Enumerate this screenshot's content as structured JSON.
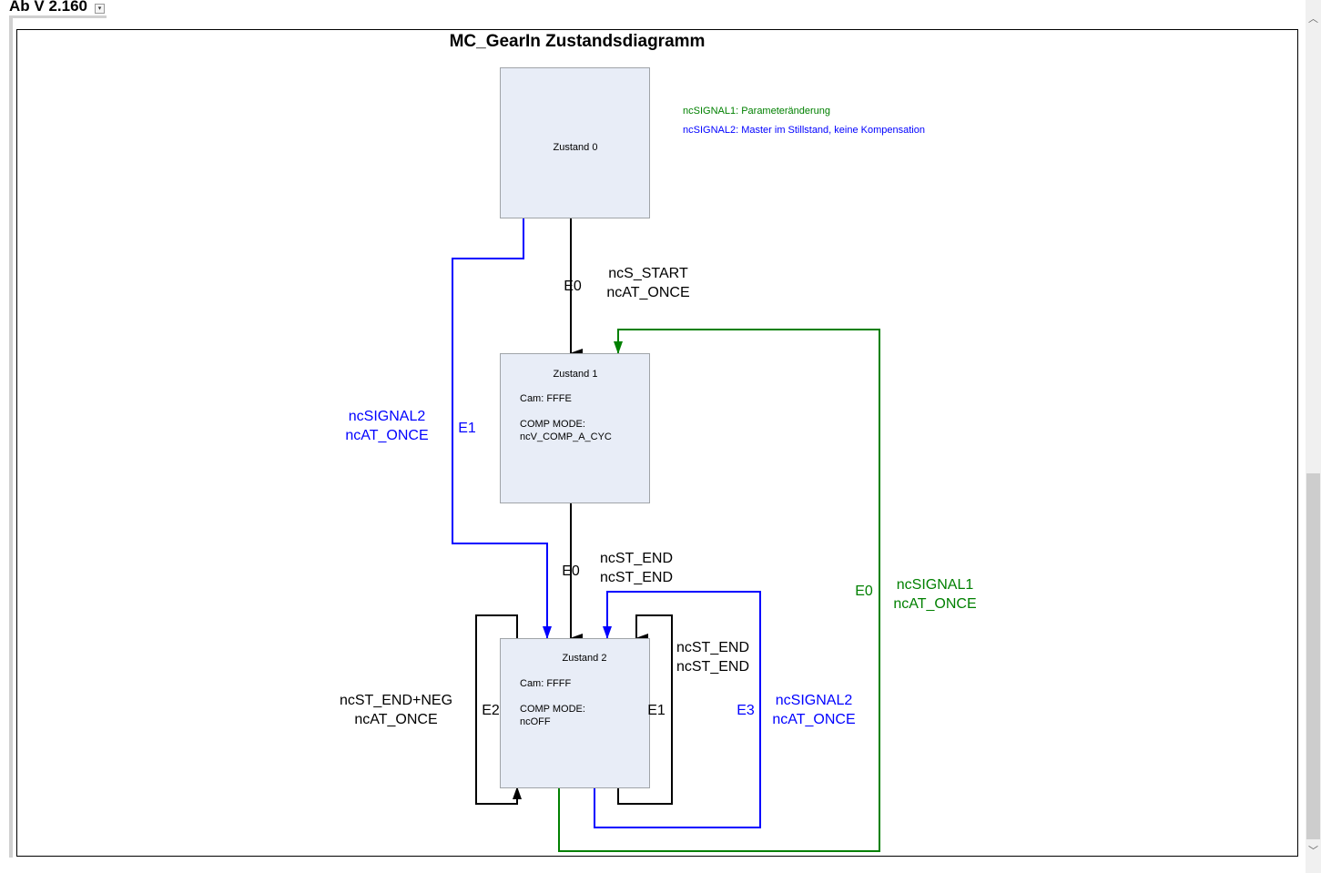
{
  "header": {
    "version": "Ab V 2.160",
    "dropdown_icon": "dropdown-arrow-icon"
  },
  "diagram": {
    "title": "MC_GearIn Zustandsdiagramm",
    "legend": {
      "signal1": "ncSIGNAL1: Parameteränderung",
      "signal2": "ncSIGNAL2: Master im Stillstand, keine Kompensation"
    },
    "states": [
      {
        "name": "Zustand 0"
      },
      {
        "name": "Zustand 1",
        "cam": "Cam: FFFE",
        "mode_label": "COMP MODE:",
        "mode": "ncV_COMP_A_CYC"
      },
      {
        "name": "Zustand 2",
        "cam": "Cam: FFFF",
        "mode_label": "COMP MODE:",
        "mode": "ncOFF"
      }
    ],
    "transitions": [
      {
        "id": "E0",
        "from": "Zustand 0",
        "to": "Zustand 1",
        "line1": "ncS_START",
        "line2": "ncAT_ONCE",
        "color": "#000000"
      },
      {
        "id": "E1",
        "from": "Zustand 0",
        "to": "Zustand 2",
        "line1": "ncSIGNAL2",
        "line2": "ncAT_ONCE",
        "color": "#0000ff"
      },
      {
        "id": "E0",
        "from": "Zustand 1",
        "to": "Zustand 2",
        "line1": "ncST_END",
        "line2": "ncST_END",
        "color": "#000000"
      },
      {
        "id": "E2",
        "from": "Zustand 2",
        "to": "Zustand 2",
        "line1": "ncST_END+NEG",
        "line2": "ncAT_ONCE",
        "color": "#000000"
      },
      {
        "id": "E1",
        "from": "Zustand 2",
        "to": "Zustand 2",
        "line1": "ncST_END",
        "line2": "ncST_END",
        "color": "#000000"
      },
      {
        "id": "E3",
        "from": "Zustand 2",
        "to": "Zustand 2",
        "line1": "ncSIGNAL2",
        "line2": "ncAT_ONCE",
        "color": "#0000ff"
      },
      {
        "id": "E0",
        "from": "Zustand 2",
        "to": "Zustand 1",
        "line1": "ncSIGNAL1",
        "line2": "ncAT_ONCE",
        "color": "#008000"
      }
    ]
  },
  "scrollbar": {
    "up_icon": "chevron-up-icon",
    "down_icon": "chevron-down-icon",
    "position_percent": 56
  }
}
